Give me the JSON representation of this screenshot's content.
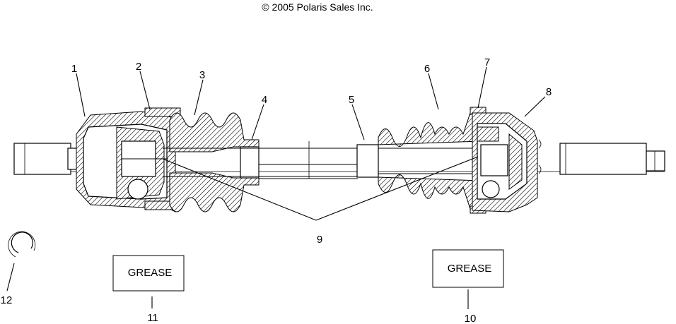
{
  "copyright": "© 2005 Polaris Sales Inc.",
  "callouts": [
    "1",
    "2",
    "3",
    "4",
    "5",
    "6",
    "7",
    "8",
    "9",
    "10",
    "11",
    "12"
  ],
  "grease_boxes": [
    {
      "text": "GREASE",
      "callout": "11"
    },
    {
      "text": "GREASE",
      "callout": "10"
    }
  ]
}
